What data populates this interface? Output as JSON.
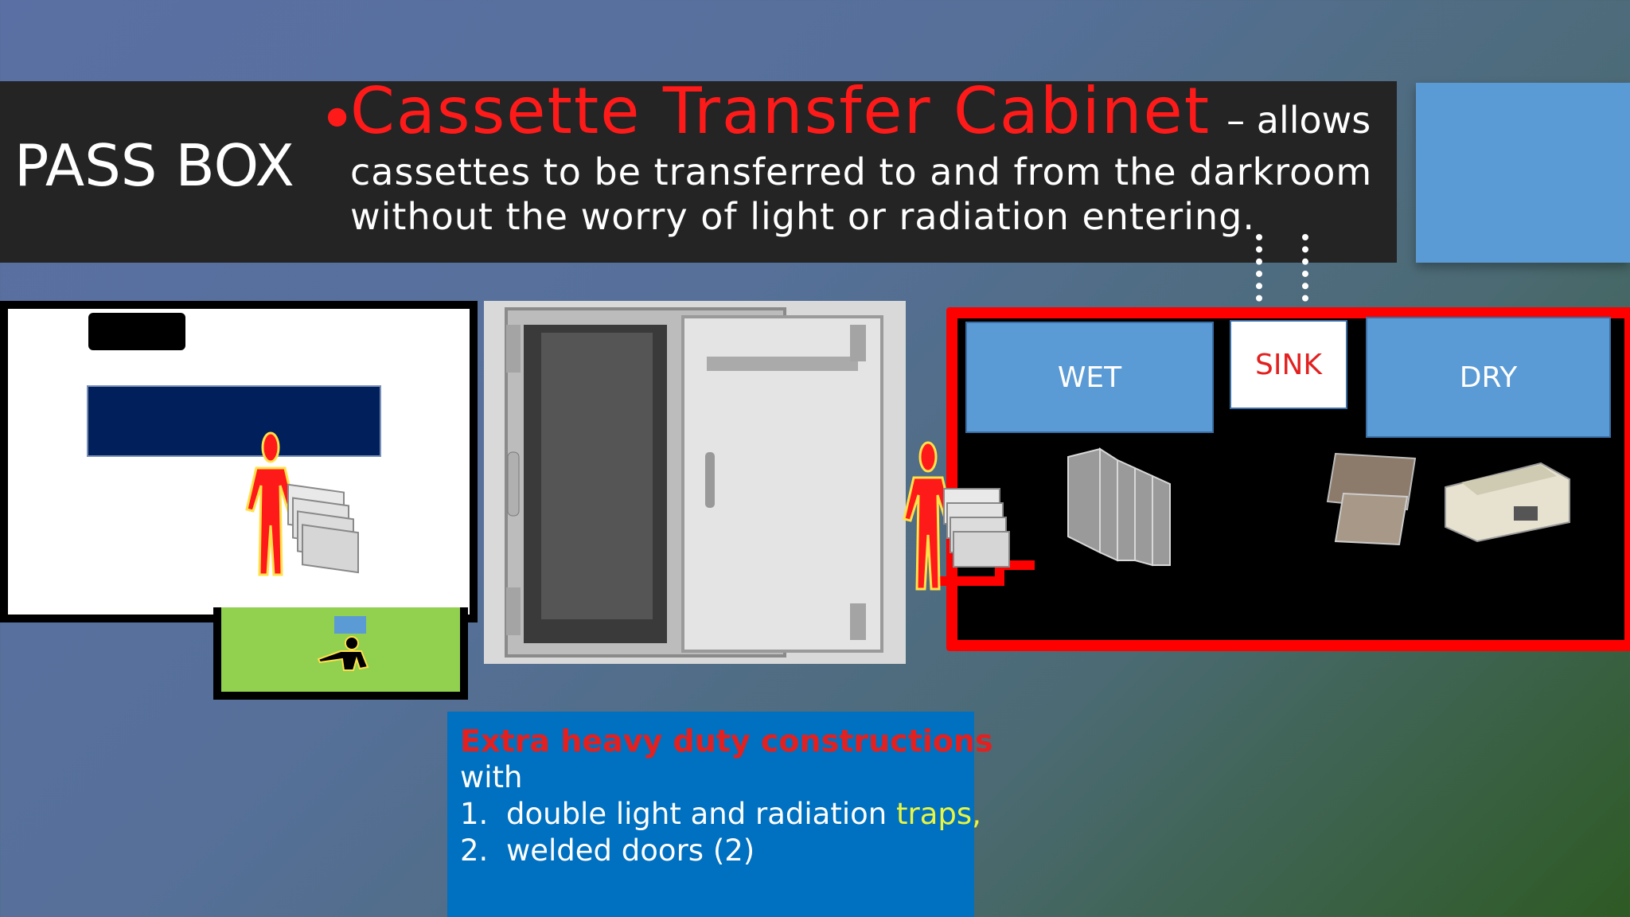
{
  "slide": {
    "label": "PASS BOX",
    "bullet": "•",
    "term": "Cassette Transfer Cabinet",
    "term_tail": "– allows",
    "description": "cassettes to be transferred to and from the darkroom without the worry of light or radiation entering."
  },
  "darkroom": {
    "wet_label": "WET",
    "sink_label": "SINK",
    "dry_label": "DRY"
  },
  "info_box": {
    "title": "Extra heavy duty constructions",
    "with": "with",
    "items": [
      {
        "number": "1.",
        "text": "double light and radiation ",
        "highlight": "traps,"
      },
      {
        "number": "2.",
        "text": "welded doors (2)",
        "highlight": ""
      }
    ]
  },
  "colors": {
    "title_band": "#242424",
    "accent_red": "#ff1a1a",
    "zone_blue": "#5b9bd5",
    "info_blue": "#0070c0",
    "pass_room_green": "#92d050",
    "highlight_yellow": "#e8f542"
  },
  "icons": [
    "person-figure-icon",
    "cassette-stack-icon",
    "technician-icon",
    "film-hangers-icon",
    "film-tray-icon",
    "film-processor-icon",
    "cabinet-photo"
  ]
}
